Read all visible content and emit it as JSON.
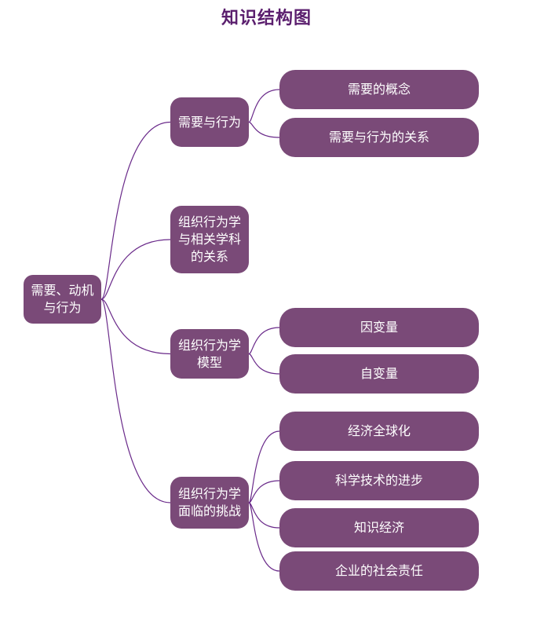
{
  "title": "知识结构图",
  "colors": {
    "node_fill": "#7a4a78",
    "node_text": "#ffffff",
    "connector": "#6a2a8a",
    "title": "#5b1f6e"
  },
  "root": {
    "label": "需要、动机与行为"
  },
  "branches": [
    {
      "label": "需要与行为",
      "children": [
        {
          "label": "需要的概念"
        },
        {
          "label": "需要与行为的关系"
        }
      ]
    },
    {
      "label": "组织行为学与相关学科的关系",
      "children": []
    },
    {
      "label": "组织行为学模型",
      "children": [
        {
          "label": "因变量"
        },
        {
          "label": "自变量"
        }
      ]
    },
    {
      "label": "组织行为学面临的挑战",
      "children": [
        {
          "label": "经济全球化"
        },
        {
          "label": "科学技术的进步"
        },
        {
          "label": "知识经济"
        },
        {
          "label": "企业的社会责任"
        }
      ]
    }
  ]
}
